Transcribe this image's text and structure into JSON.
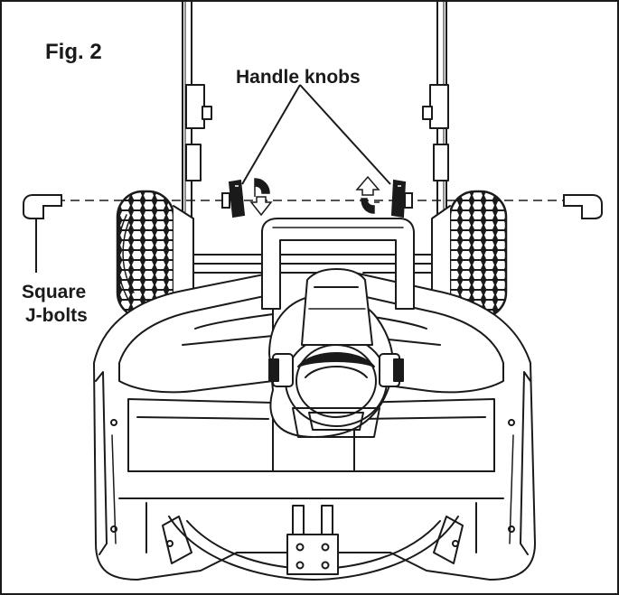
{
  "figure": {
    "title": "Fig. 2",
    "callouts": {
      "handle_knobs": "Handle knobs",
      "square_jbolts_line1": "Square",
      "square_jbolts_line2": "J-bolts"
    }
  },
  "colors": {
    "ink": "#1a1a1a",
    "background": "#ffffff"
  },
  "icons": [
    "tread-tire-icon",
    "rotation-arrow-icon",
    "up-arrow-icon",
    "down-arrow-icon",
    "j-bolt-icon",
    "handle-knob-icon"
  ]
}
